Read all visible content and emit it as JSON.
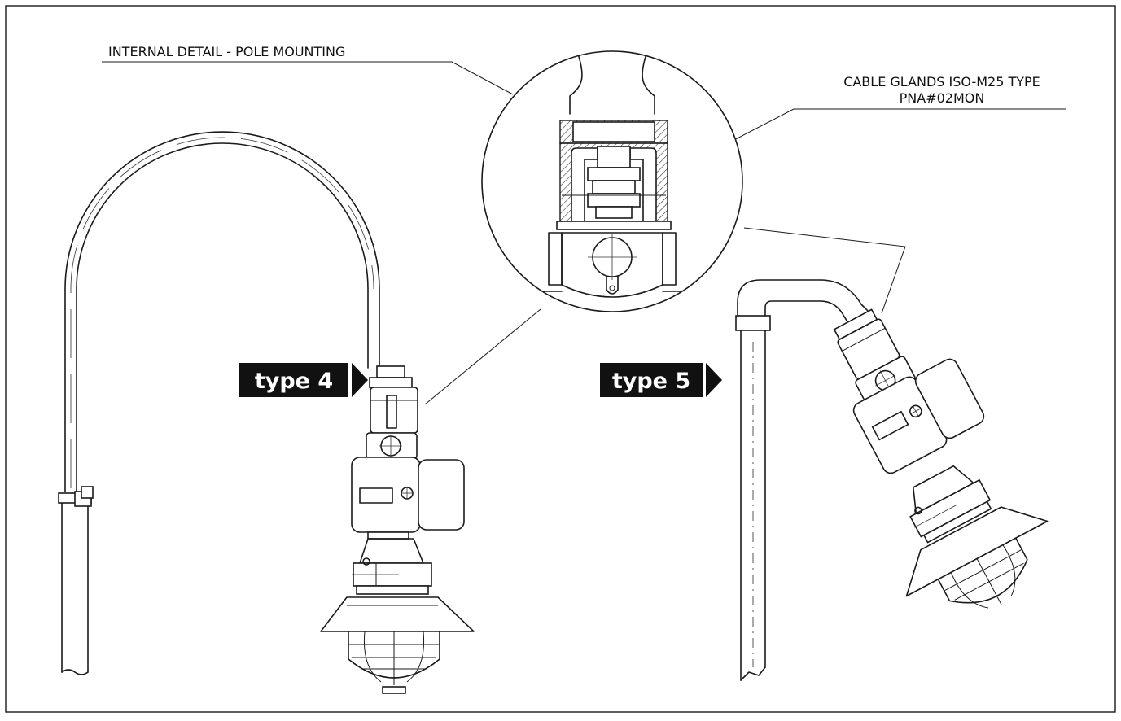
{
  "labels": {
    "internal_detail": "INTERNAL DETAIL - POLE MOUNTING",
    "cable_glands_line1": "CABLE GLANDS ISO-M25 TYPE",
    "cable_glands_line2": "PNA#02MON"
  },
  "badges": {
    "type4": "type 4",
    "type5": "type 5"
  },
  "colors": {
    "ink": "#1a1a1a",
    "badge_bg": "#111111",
    "badge_text": "#ffffff",
    "background": "#ffffff"
  }
}
